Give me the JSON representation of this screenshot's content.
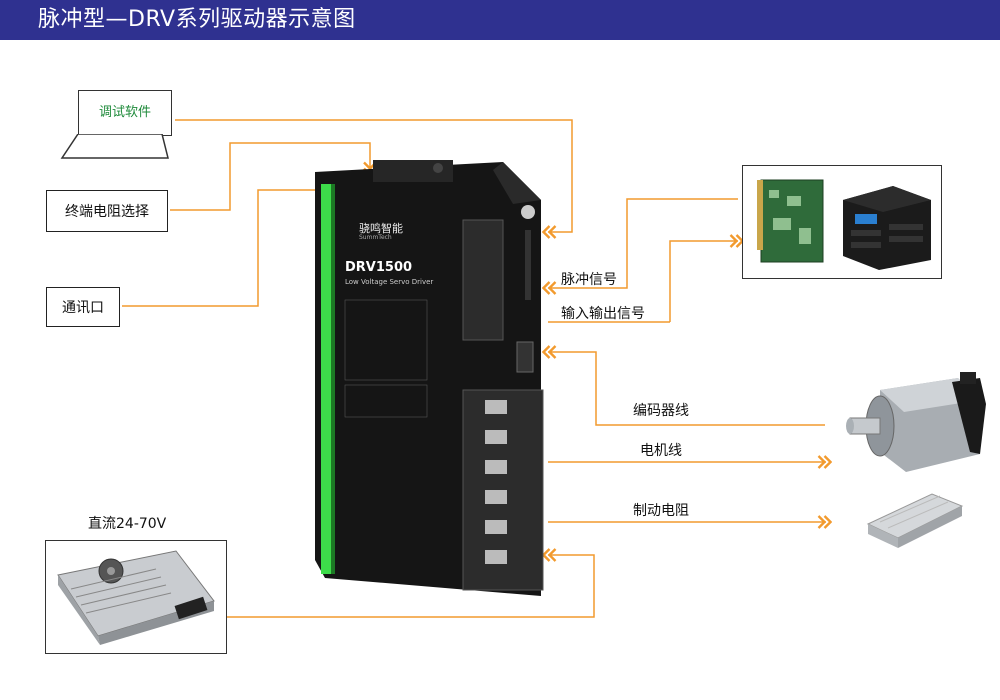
{
  "header": {
    "title": "脉冲型—DRV系列驱动器示意图",
    "bg_color": "#2f3190"
  },
  "left": {
    "software_label": "调试软件",
    "terminal_resistor_label": "终端电阻选择",
    "comm_port_label": "通讯口",
    "power_supply_label": "直流24-70V"
  },
  "right": {
    "pulse_signal_label": "脉冲信号",
    "io_signal_label": "输入输出信号",
    "encoder_cable_label": "编码器线",
    "motor_cable_label": "电机线",
    "brake_resistor_label": "制动电阻"
  },
  "driver": {
    "brand": "骁鸣智能",
    "brand_en": "SummTech",
    "model": "DRV1500",
    "subtitle": "Low Voltage Servo Driver",
    "accent_color": "#3ddc4a"
  },
  "colors": {
    "line": "#f29a2e",
    "text_software": "#1e8a3a"
  }
}
